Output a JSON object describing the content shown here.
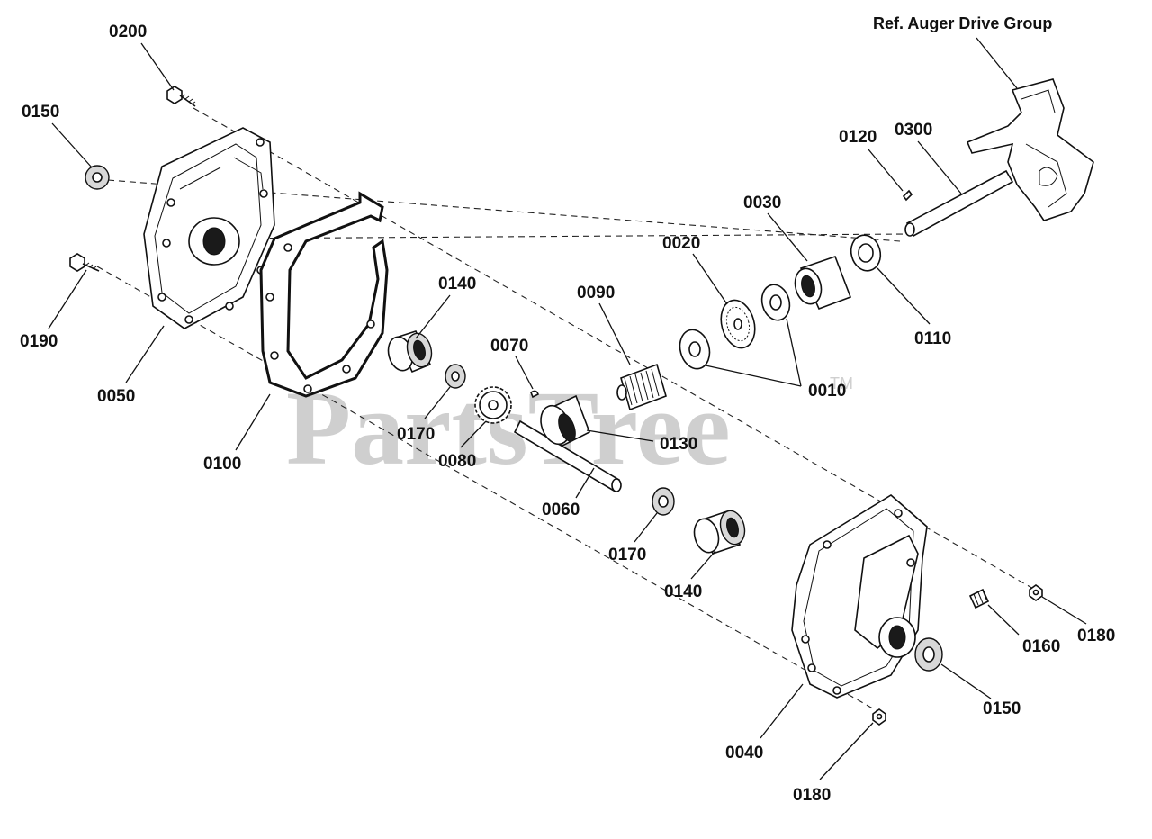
{
  "watermark": {
    "text": "PartsTree",
    "trademark": "TM"
  },
  "reference_label": "Ref. Auger Drive Group",
  "callouts": [
    {
      "id": "c-0200",
      "label": "0200"
    },
    {
      "id": "c-0150a",
      "label": "0150"
    },
    {
      "id": "c-0190",
      "label": "0190"
    },
    {
      "id": "c-0050",
      "label": "0050"
    },
    {
      "id": "c-0100",
      "label": "0100"
    },
    {
      "id": "c-0140a",
      "label": "0140"
    },
    {
      "id": "c-0170a",
      "label": "0170"
    },
    {
      "id": "c-0080",
      "label": "0080"
    },
    {
      "id": "c-0070",
      "label": "0070"
    },
    {
      "id": "c-0090",
      "label": "0090"
    },
    {
      "id": "c-0060",
      "label": "0060"
    },
    {
      "id": "c-0130",
      "label": "0130"
    },
    {
      "id": "c-0020",
      "label": "0020"
    },
    {
      "id": "c-0010",
      "label": "0010"
    },
    {
      "id": "c-0030",
      "label": "0030"
    },
    {
      "id": "c-0120",
      "label": "0120"
    },
    {
      "id": "c-0300",
      "label": "0300"
    },
    {
      "id": "c-0110",
      "label": "0110"
    },
    {
      "id": "c-0170b",
      "label": "0170"
    },
    {
      "id": "c-0140b",
      "label": "0140"
    },
    {
      "id": "c-0040",
      "label": "0040"
    },
    {
      "id": "c-0160",
      "label": "0160"
    },
    {
      "id": "c-0180a",
      "label": "0180"
    },
    {
      "id": "c-0150b",
      "label": "0150"
    },
    {
      "id": "c-0180b",
      "label": "0180"
    }
  ]
}
